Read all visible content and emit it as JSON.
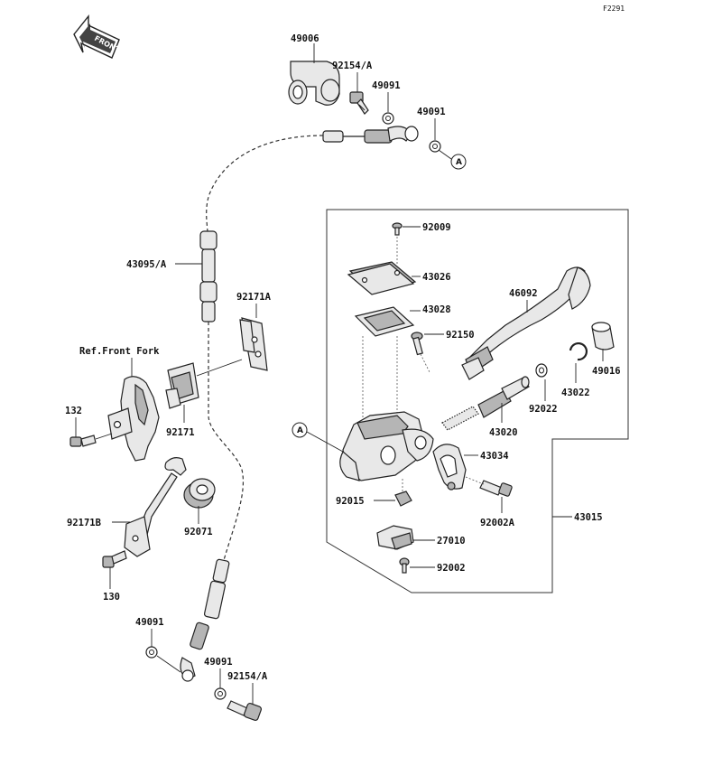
{
  "figure_code": "F2291",
  "front_badge": "FRONT",
  "callout_letter": "A",
  "parts": {
    "p49006": "49006",
    "p92154a_top": "92154/A",
    "p49091_a": "49091",
    "p49091_b": "49091",
    "p43095a": "43095/A",
    "p92171a": "92171A",
    "ref_front_fork": "Ref.Front Fork",
    "p132": "132",
    "p92171": "92171",
    "p92171b": "92171B",
    "p92071": "92071",
    "p130": "130",
    "p49091_c": "49091",
    "p49091_d": "49091",
    "p92154a_bottom": "92154/A",
    "p92009": "92009",
    "p43026": "43026",
    "p43028": "43028",
    "p92150": "92150",
    "p46092": "46092",
    "p49016": "49016",
    "p43022": "43022",
    "p92022": "92022",
    "p43020": "43020",
    "p43034": "43034",
    "p92015": "92015",
    "p92002a": "92002A",
    "p43015": "43015",
    "p27010": "27010",
    "p92002": "92002"
  }
}
